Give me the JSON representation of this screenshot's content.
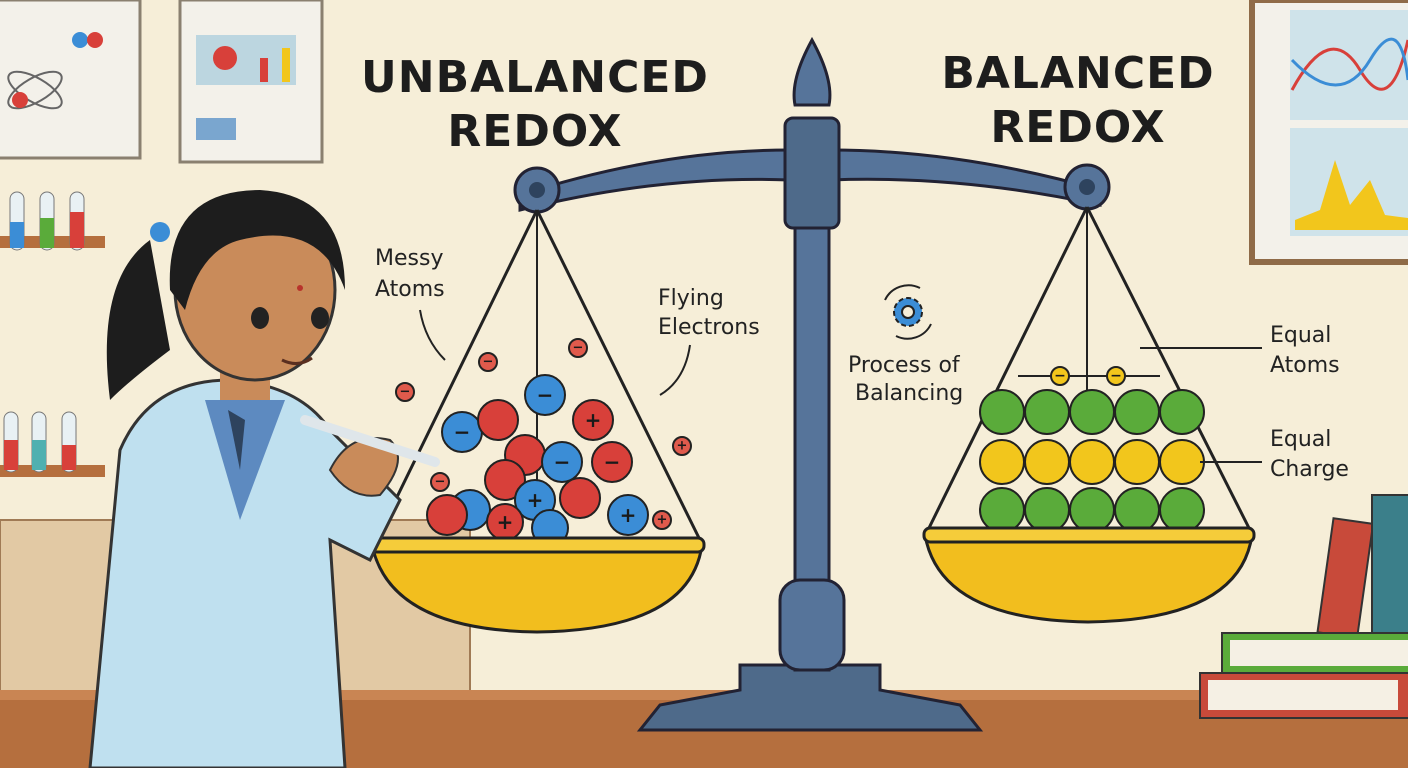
{
  "titles": {
    "left_line1": "UNBALANCED",
    "left_line2": "REDOX",
    "right_line1": "BALANCED",
    "right_line2": "REDOX"
  },
  "labels": {
    "messy_1": "Messy",
    "messy_2": "Atoms",
    "flying_1": "Flying",
    "flying_2": "Electrons",
    "process_1": "Process of",
    "process_2": "Balancing",
    "equal_atoms_1": "Equal",
    "equal_atoms_2": "Atoms",
    "equal_charge_1": "Equal",
    "equal_charge_2": "Charge"
  },
  "symbols": {
    "plus": "+",
    "minus": "−"
  },
  "colors": {
    "background": "#f6eed8",
    "scale": "#4e6a8a",
    "pan": "#f2be1e",
    "red_atom": "#d8403a",
    "blue_atom": "#3b8dd6",
    "green_atom": "#5aab3a",
    "yellow_atom": "#f2c61c",
    "desk": "#b56f3e"
  }
}
